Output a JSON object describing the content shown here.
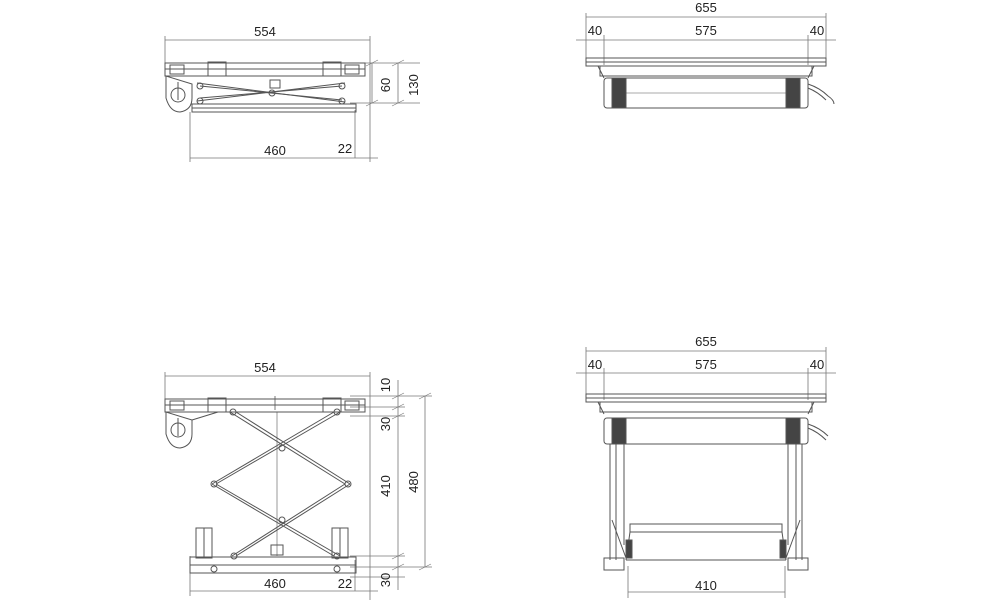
{
  "views": {
    "side_collapsed": {
      "overall_length": "554",
      "base_length": "460",
      "offset": "22",
      "collapsed_height": "60",
      "total_height": "130"
    },
    "front_collapsed": {
      "overall_width": "655",
      "left_margin": "40",
      "inner_width": "575",
      "right_margin": "40"
    },
    "side_raised": {
      "overall_length": "554",
      "top_plate": "10",
      "upper_gap": "30",
      "scissor_height": "410",
      "total_height": "480",
      "lower_gap": "30",
      "base_length": "460",
      "offset": "22"
    },
    "front_raised": {
      "overall_width": "655",
      "left_margin": "40",
      "inner_width": "575",
      "right_margin": "40",
      "base_width": "410"
    }
  },
  "colors": {
    "line": "#555555",
    "thin_line": "#777777",
    "text": "#222222",
    "background": "#ffffff"
  }
}
